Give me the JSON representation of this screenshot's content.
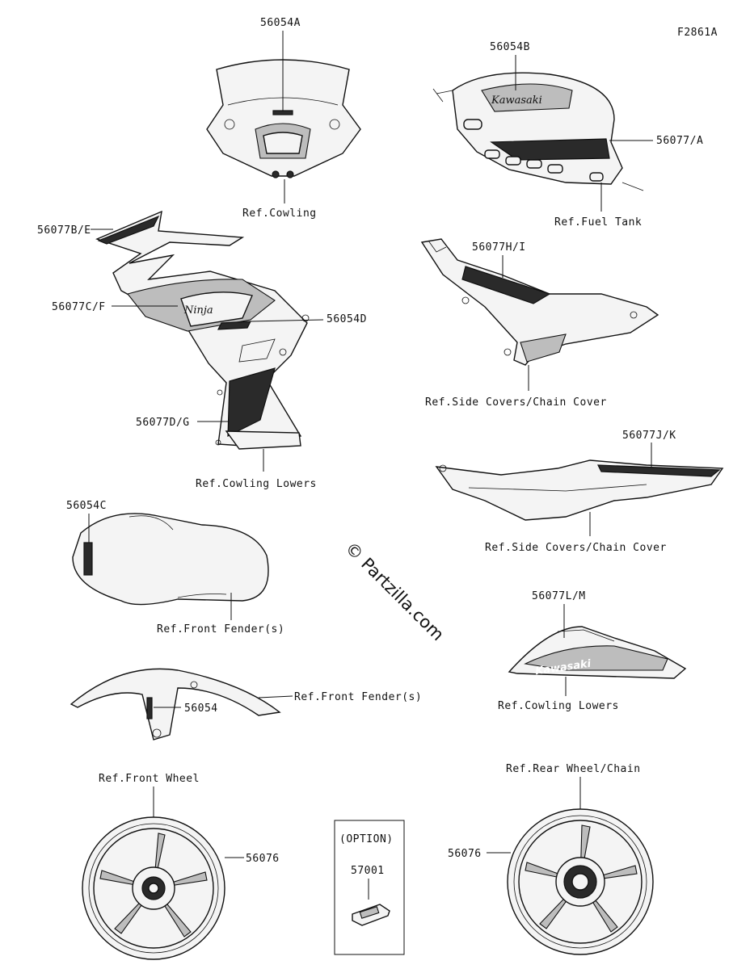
{
  "figure_id": "F2861A",
  "watermark": "© Partzilla.com",
  "labels": {
    "p56054A": "56054A",
    "ref_cowling": "Ref.Cowling",
    "p56054B": "56054B",
    "p56077_A": "56077/A",
    "ref_fuel_tank": "Ref.Fuel Tank",
    "p56077B_E": "56077B/E",
    "p56077C_F": "56077C/F",
    "p56054D": "56054D",
    "p56077D_G": "56077D/G",
    "ref_cowling_lowers_1": "Ref.Cowling Lowers",
    "p56077H_I": "56077H/I",
    "ref_side_covers_1": "Ref.Side Covers/Chain Cover",
    "p56077J_K": "56077J/K",
    "ref_side_covers_2": "Ref.Side Covers/Chain Cover",
    "p56054C": "56054C",
    "ref_front_fender_1": "Ref.Front Fender(s)",
    "ref_front_fender_2": "Ref.Front Fender(s)",
    "p56054": "56054",
    "p56077L_M": "56077L/M",
    "ref_cowling_lowers_2": "Ref.Cowling Lowers",
    "ref_front_wheel": "Ref.Front Wheel",
    "p56076_front": "56076",
    "option": "(OPTION)",
    "p57001": "57001",
    "ref_rear_wheel": "Ref.Rear Wheel/Chain",
    "p56076_rear": "56076"
  },
  "decal_text": {
    "kawasaki": "Kawasaki",
    "ninja": "Ninja"
  }
}
